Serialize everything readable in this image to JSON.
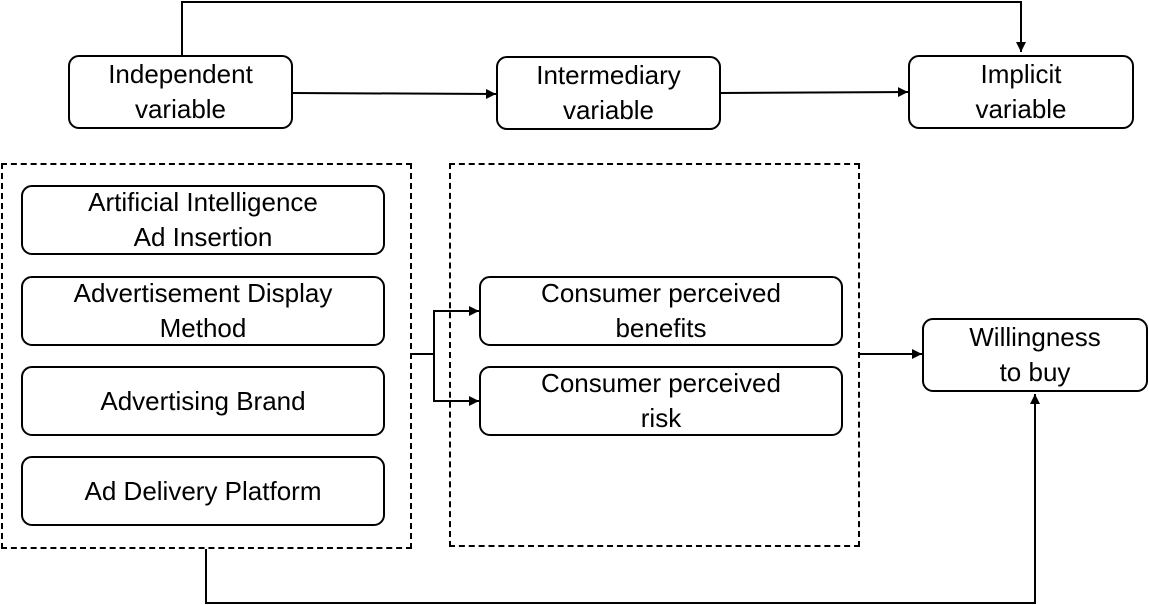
{
  "header": {
    "independent": [
      "Independent",
      "variable"
    ],
    "intermediary": [
      "Intermediary",
      "variable"
    ],
    "implicit": [
      "Implicit",
      "variable"
    ]
  },
  "independent_items": [
    [
      "Artificial Intelligence",
      "Ad Insertion"
    ],
    [
      "Advertisement Display",
      "Method"
    ],
    [
      "Advertising Brand"
    ],
    [
      "Ad Delivery Platform"
    ]
  ],
  "mediators": [
    [
      "Consumer perceived",
      "benefits"
    ],
    [
      "Consumer perceived",
      "risk"
    ]
  ],
  "outcome": [
    "Willingness",
    "to buy"
  ],
  "colors": {
    "stroke": "#000000",
    "background": "#ffffff"
  }
}
